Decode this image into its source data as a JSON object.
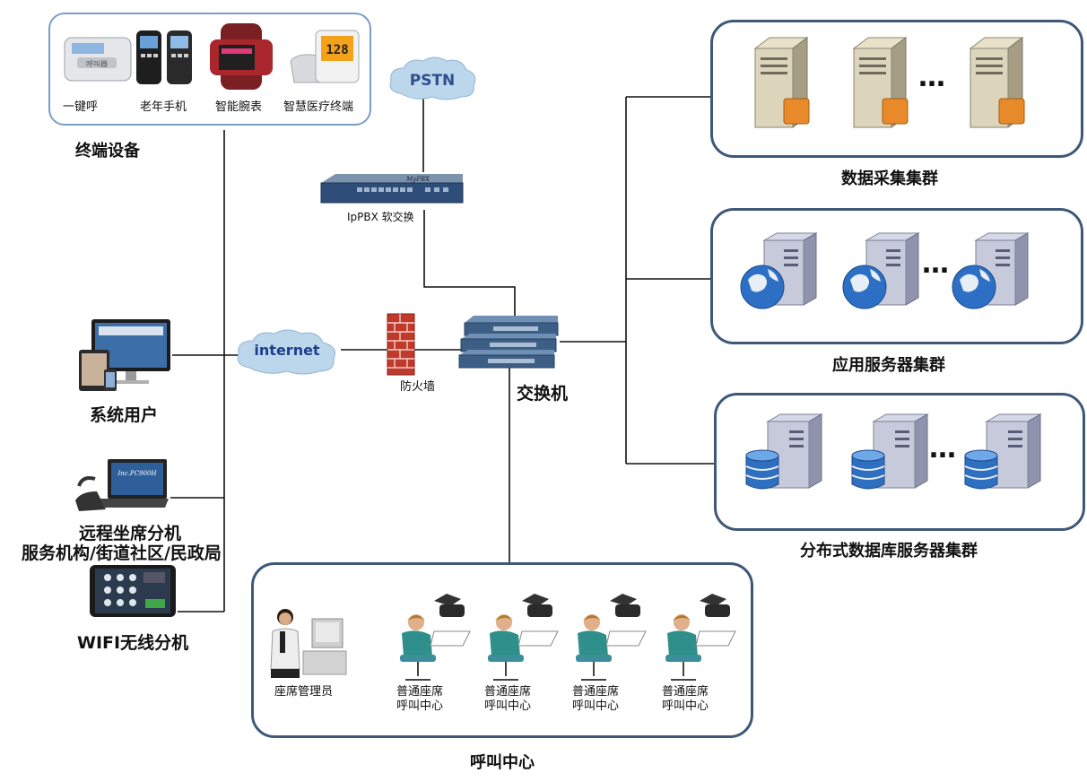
{
  "labels": {
    "terminal_devices": "终端设备",
    "pstn": "PSTN",
    "ippbx": "IpPBX 软交换",
    "mypbx": "MyPBX",
    "internet": "internet",
    "firewall": "防火墙",
    "switch": "交换机",
    "system_user": "系统用户",
    "remote_seat_1": "远程坐席分机",
    "remote_seat_2": "服务机构/街道社区/民政局",
    "wifi": "WIFI无线分机",
    "call_center": "呼叫中心",
    "seat_manager": "座席管理员",
    "data_cluster": "数据采集集群",
    "app_cluster": "应用服务器集群",
    "db_cluster": "分布式数据库服务器集群",
    "ellipsis": "…",
    "remote_laptop_text": "Inc.PC900H"
  },
  "devices": [
    {
      "label": "一键呼",
      "screen_text": "呼叫器"
    },
    {
      "label": "老年手机"
    },
    {
      "label": "智能腕表"
    },
    {
      "label": "智慧医疗终端",
      "screen_text": "128"
    }
  ],
  "agents": [
    {
      "line1": "普通座席",
      "line2": "呼叫中心"
    },
    {
      "line1": "普通座席",
      "line2": "呼叫中心"
    },
    {
      "line1": "普通座席",
      "line2": "呼叫中心"
    },
    {
      "line1": "普通座席",
      "line2": "呼叫中心"
    }
  ],
  "colors": {
    "box_border": "#3f5878",
    "terminal_border": "#7a9dc9",
    "line": "#111111",
    "cloud": "#bcd6ec",
    "internet_text": "#1f3f8a",
    "pstn_text": "#2f4f8f",
    "firewall": "#c0392b",
    "switch": "#3d5f86"
  }
}
